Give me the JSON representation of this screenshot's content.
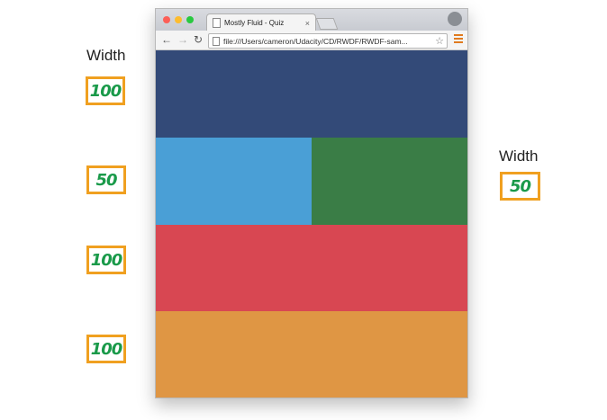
{
  "annotations": {
    "left_label": "Width",
    "right_label": "Width",
    "left_values": [
      "100",
      "50",
      "100",
      "100"
    ],
    "right_value": "50",
    "box_color": "#f0a020",
    "number_color": "#1a9a4a"
  },
  "browser": {
    "tab_title": "Mostly Fluid - Quiz",
    "tab_close": "×",
    "url": "file:///Users/cameron/Udacity/CD/RWDF/RWDF-sam...",
    "back_icon": "←",
    "forward_icon": "→",
    "reload_icon": "↻",
    "star_icon": "☆"
  },
  "page": {
    "colors": {
      "row1": "#334a78",
      "row2_left": "#4a9fd6",
      "row2_right": "#3a7d46",
      "row3": "#d84752",
      "row4": "#df9644"
    }
  }
}
